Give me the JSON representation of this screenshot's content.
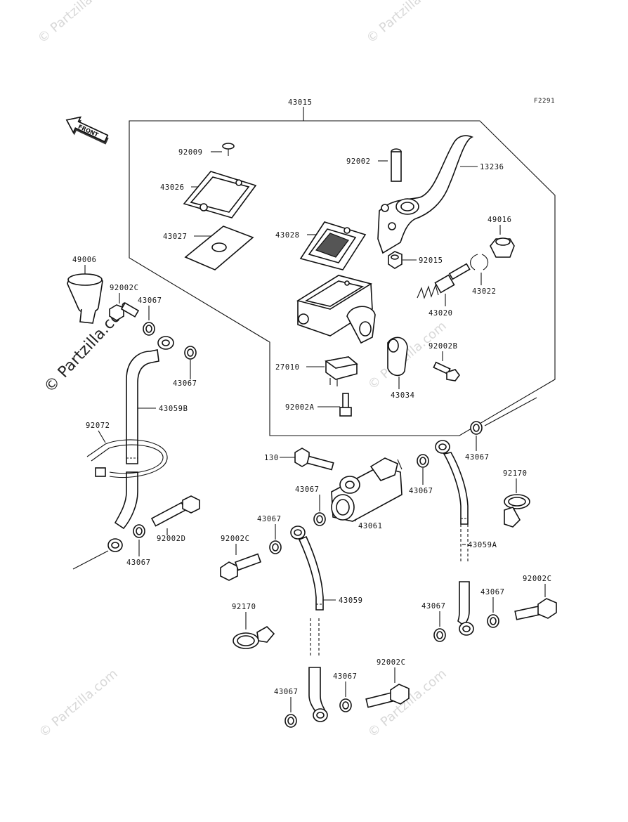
{
  "figure_code": "F2291",
  "front_badge": "FRONT",
  "watermark": "© Partzilla.com",
  "labels": {
    "p43015": "43015",
    "p92009": "92009",
    "p43026": "43026",
    "p43027": "43027",
    "p43028": "43028",
    "p92002": "92002",
    "p13236": "13236",
    "p49016": "49016",
    "p92015": "92015",
    "p43022": "43022",
    "p43020": "43020",
    "p92002B": "92002B",
    "p27010": "27010",
    "p43034": "43034",
    "p92002A": "92002A",
    "p49006": "49006",
    "p92002C_top": "92002C",
    "p43067_a": "43067",
    "p43067_b": "43067",
    "p43059B": "43059B",
    "p92072": "92072",
    "p92002D": "92002D",
    "p43067_c": "43067",
    "p130": "130",
    "p43067_d": "43067",
    "p43067_e": "43067",
    "p43061": "43061",
    "p43067_f": "43067",
    "p92170_a": "92170",
    "p43059A": "43059A",
    "p43067_g": "43067",
    "p92002C_mid": "92002C",
    "p43059": "43059",
    "p92170_b": "92170",
    "p43067_h": "43067",
    "p43067_i": "43067",
    "p92002C_right": "92002C",
    "p43067_j": "43067",
    "p43067_k": "43067",
    "p92002C_bot": "92002C"
  }
}
